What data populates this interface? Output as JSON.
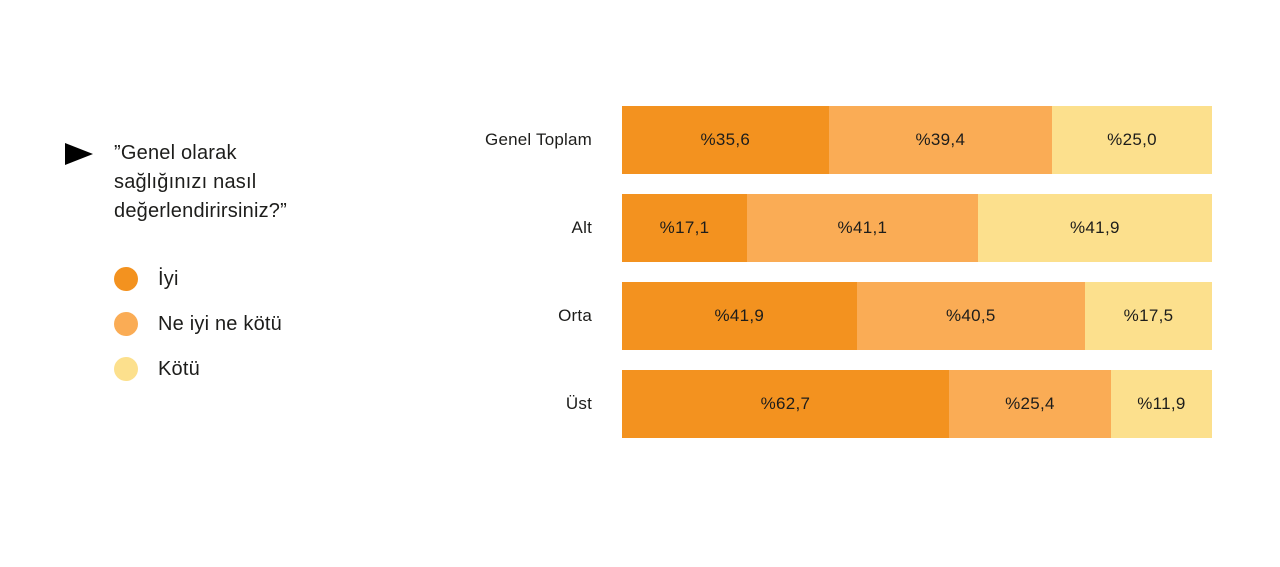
{
  "header": {
    "marker_icon": "right-pointing-triangle",
    "marker_color": "#000000",
    "question_lines": [
      "”Genel olarak",
      "sağlığınızı nasıl",
      "değerlendirirsiniz?”"
    ]
  },
  "colors": {
    "background": "#FFFFFF",
    "text": "#1D1D1B",
    "good": "#F3921F",
    "neutral": "#FAAC55",
    "bad": "#FCE08D"
  },
  "chart_data": {
    "type": "bar",
    "subtype": "horizontal-stacked",
    "title": "”Genel olarak sağlığınızı nasıl değerlendirirsiniz?”",
    "categories": [
      "Genel Toplam",
      "Alt",
      "Orta",
      "Üst"
    ],
    "series": [
      {
        "name": "İyi",
        "color": "#F3921F",
        "values": [
          35.6,
          17.1,
          41.9,
          62.7
        ]
      },
      {
        "name": "Ne iyi ne kötü",
        "color": "#FAAC55",
        "values": [
          39.4,
          41.1,
          40.5,
          25.4
        ]
      },
      {
        "name": "Kötü",
        "color": "#FCE08D",
        "values": [
          25.0,
          41.9,
          17.5,
          11.9
        ]
      }
    ],
    "value_labels": [
      [
        "%35,6",
        "%39,4",
        "%25,0"
      ],
      [
        "%17,1",
        "%41,1",
        "%41,9"
      ],
      [
        "%41,9",
        "%40,5",
        "%17,5"
      ],
      [
        "%62,7",
        "%25,4",
        "%11,9"
      ]
    ],
    "xlim": [
      0,
      100
    ],
    "grid": false,
    "legend_position": "left"
  }
}
